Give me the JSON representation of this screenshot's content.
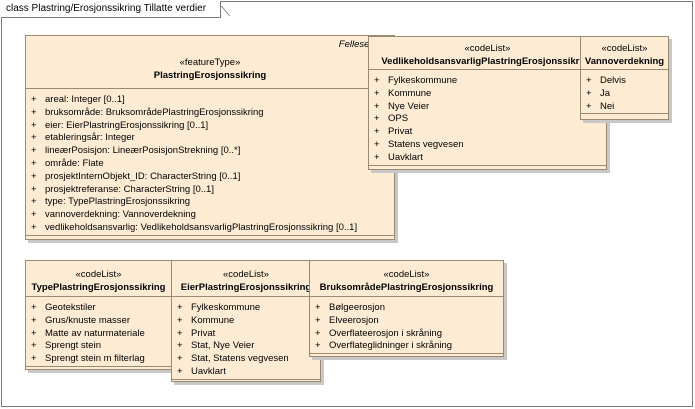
{
  "frame": {
    "title": "class Plastring/Erosjonssikring Tillatte verdier"
  },
  "classes": {
    "main": {
      "stereotype": "«featureType»",
      "name": "PlastringErosjonssikring",
      "package": "Fellesegens",
      "attributes": [
        {
          "vis": "+",
          "text": "areal: Integer [0..1]"
        },
        {
          "vis": "+",
          "text": "bruksområde: BruksområdePlastringErosjonssikring"
        },
        {
          "vis": "+",
          "text": "eier: EierPlastringErosjonssikring [0..1]"
        },
        {
          "vis": "+",
          "text": "etableringsår: Integer"
        },
        {
          "vis": "+",
          "text": "lineærPosisjon: LineærPosisjonStrekning [0..*]"
        },
        {
          "vis": "+",
          "text": "område: Flate"
        },
        {
          "vis": "+",
          "text": "prosjektInternObjekt_ID: CharacterString [0..1]"
        },
        {
          "vis": "+",
          "text": "prosjektreferanse: CharacterString [0..1]"
        },
        {
          "vis": "+",
          "text": "type: TypePlastringErosjonssikring"
        },
        {
          "vis": "+",
          "text": "vannoverdekning: Vannoverdekning"
        },
        {
          "vis": "+",
          "text": "vedlikeholdsansvarlig: VedlikeholdsansvarligPlastringErosjonssikring [0..1]"
        }
      ]
    },
    "vedlikehold": {
      "stereotype": "«codeList»",
      "name": "VedlikeholdsansvarligPlastringErosjonssikring",
      "values": [
        {
          "vis": "+",
          "text": "Fylkeskommune"
        },
        {
          "vis": "+",
          "text": "Kommune"
        },
        {
          "vis": "+",
          "text": "Nye Veier"
        },
        {
          "vis": "+",
          "text": "OPS"
        },
        {
          "vis": "+",
          "text": "Privat"
        },
        {
          "vis": "+",
          "text": "Statens vegvesen"
        },
        {
          "vis": "+",
          "text": "Uavklart"
        }
      ]
    },
    "vannoverdekning": {
      "stereotype": "«codeList»",
      "name": "Vannoverdekning",
      "values": [
        {
          "vis": "+",
          "text": "Delvis"
        },
        {
          "vis": "+",
          "text": "Ja"
        },
        {
          "vis": "+",
          "text": "Nei"
        }
      ]
    },
    "type": {
      "stereotype": "«codeList»",
      "name": "TypePlastringErosjonssikring",
      "values": [
        {
          "vis": "+",
          "text": "Geotekstiler"
        },
        {
          "vis": "+",
          "text": "Grus/knuste masser"
        },
        {
          "vis": "+",
          "text": "Matte av naturmateriale"
        },
        {
          "vis": "+",
          "text": "Sprengt stein"
        },
        {
          "vis": "+",
          "text": "Sprengt stein m filterlag"
        }
      ]
    },
    "eier": {
      "stereotype": "«codeList»",
      "name": "EierPlastringErosjonssikring",
      "values": [
        {
          "vis": "+",
          "text": "Fylkeskommune"
        },
        {
          "vis": "+",
          "text": "Kommune"
        },
        {
          "vis": "+",
          "text": "Privat"
        },
        {
          "vis": "+",
          "text": "Stat, Nye Veier"
        },
        {
          "vis": "+",
          "text": "Stat, Statens vegvesen"
        },
        {
          "vis": "+",
          "text": "Uavklart"
        }
      ]
    },
    "bruksomrade": {
      "stereotype": "«codeList»",
      "name": "BruksområdePlastringErosjonssikring",
      "values": [
        {
          "vis": "+",
          "text": "Bølgeerosjon"
        },
        {
          "vis": "+",
          "text": "Elveerosjon"
        },
        {
          "vis": "+",
          "text": "Overflateerosjon i skråning"
        },
        {
          "vis": "+",
          "text": "Overflateglidninger i skråning"
        }
      ]
    }
  }
}
